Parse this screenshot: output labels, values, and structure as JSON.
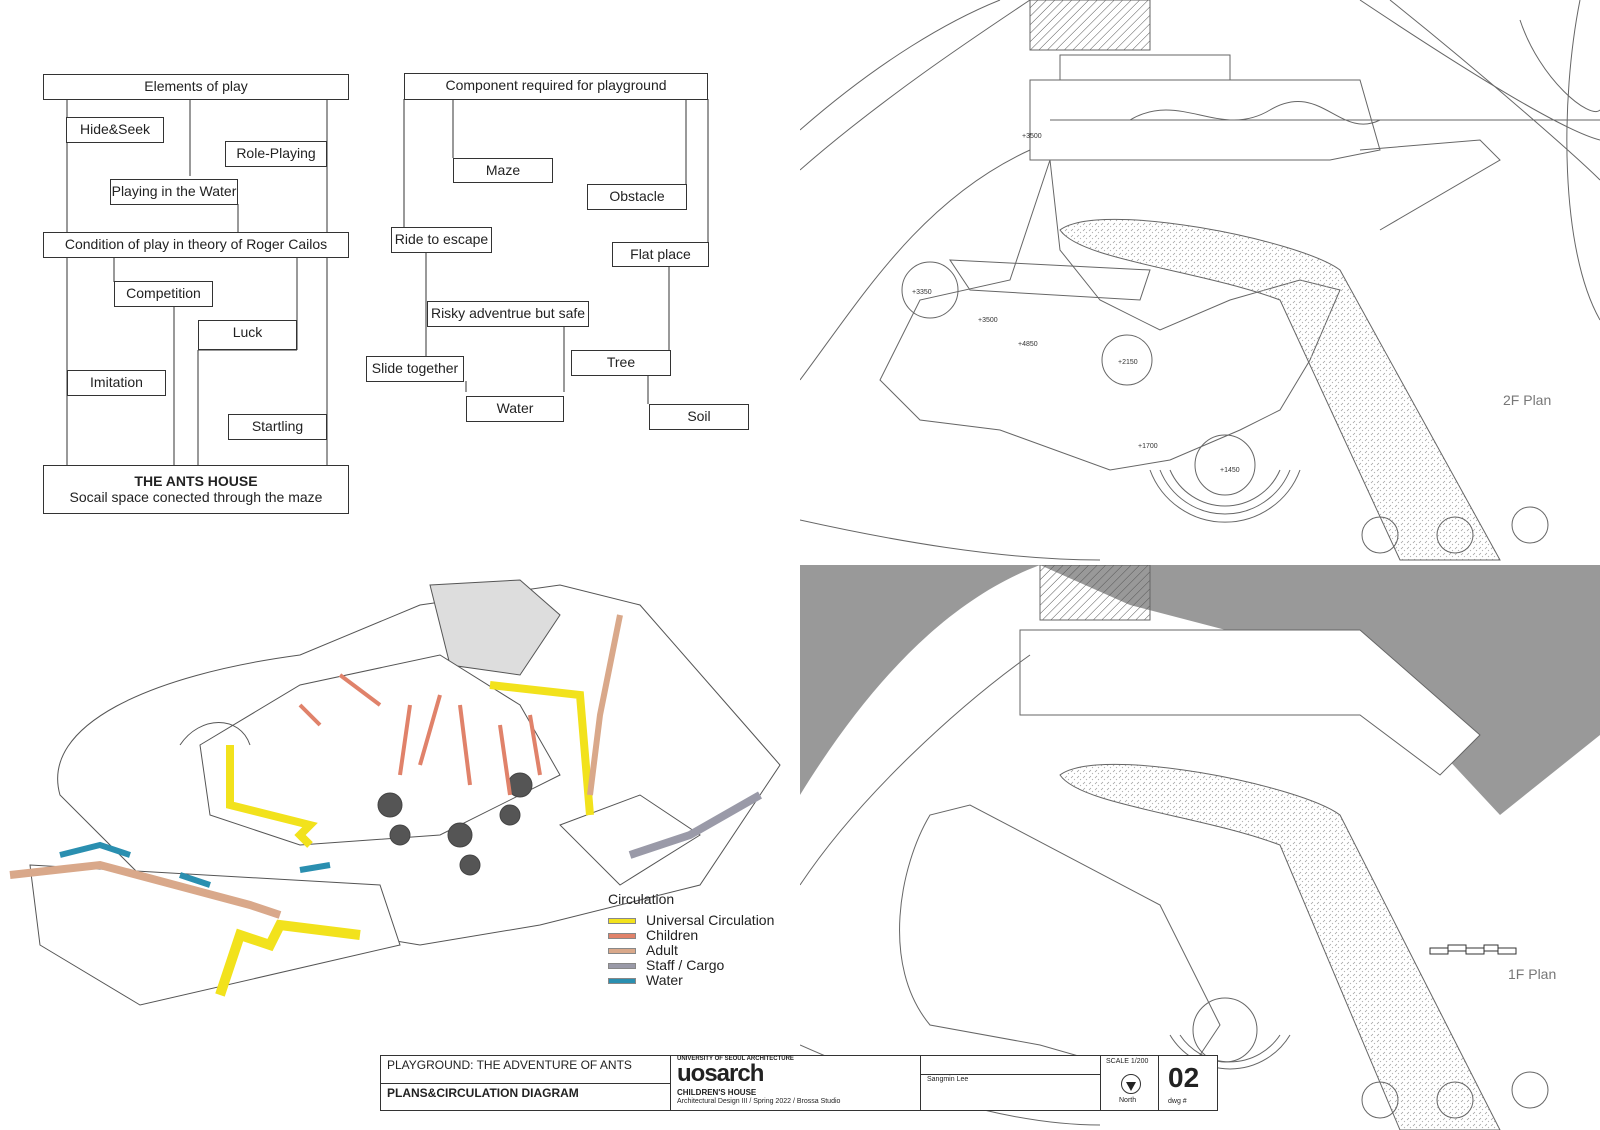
{
  "elements_of_play": {
    "header": "Elements of play",
    "items": [
      "Hide&Seek",
      "Role-Playing",
      "Playing in the Water"
    ]
  },
  "condition": {
    "header": "Condition of play in theory of Roger Cailos",
    "items": [
      "Competition",
      "Luck",
      "Imitation",
      "Startling"
    ]
  },
  "ants_house": {
    "title": "THE ANTS HOUSE",
    "subtitle": "Socail space conected through the maze"
  },
  "components": {
    "header": "Component required for playground",
    "items": [
      "Maze",
      "Obstacle",
      "Ride to escape",
      "Flat place",
      "Risky adventrue but safe",
      "Slide together",
      "Tree",
      "Water",
      "Soil"
    ]
  },
  "plan2f": {
    "label": "2F Plan",
    "levels": [
      "+3500",
      "+3350",
      "+3500",
      "+4850",
      "+2150",
      "+1700",
      "+1450"
    ]
  },
  "plan1f": {
    "label": "1F Plan"
  },
  "circulation": {
    "title": "Circulation",
    "items": [
      {
        "label": "Universal Circulation",
        "color": "#f2e21c"
      },
      {
        "label": "Children",
        "color": "#e0826a"
      },
      {
        "label": "Adult",
        "color": "#d9a88a"
      },
      {
        "label": "Staff / Cargo",
        "color": "#9a9aa8"
      },
      {
        "label": "Water",
        "color": "#2a8fb0"
      }
    ]
  },
  "title_block": {
    "project": "PLAYGROUND: THE ADVENTURE OF ANTS",
    "sheet_title": "PLANS&CIRCULATION DIAGRAM",
    "logo": "uosarch",
    "logo_sub": "UNIVERSITY OF SEOUL ARCHITECTURE",
    "building": "CHILDREN'S HOUSE",
    "course": "Architectural Design III / Spring 2022 / Brossa Studio",
    "author": "Sangmin Lee",
    "scale": "SCALE 1/200",
    "north": "North",
    "drawing_no": "02",
    "drawing_label": "dwg #"
  }
}
